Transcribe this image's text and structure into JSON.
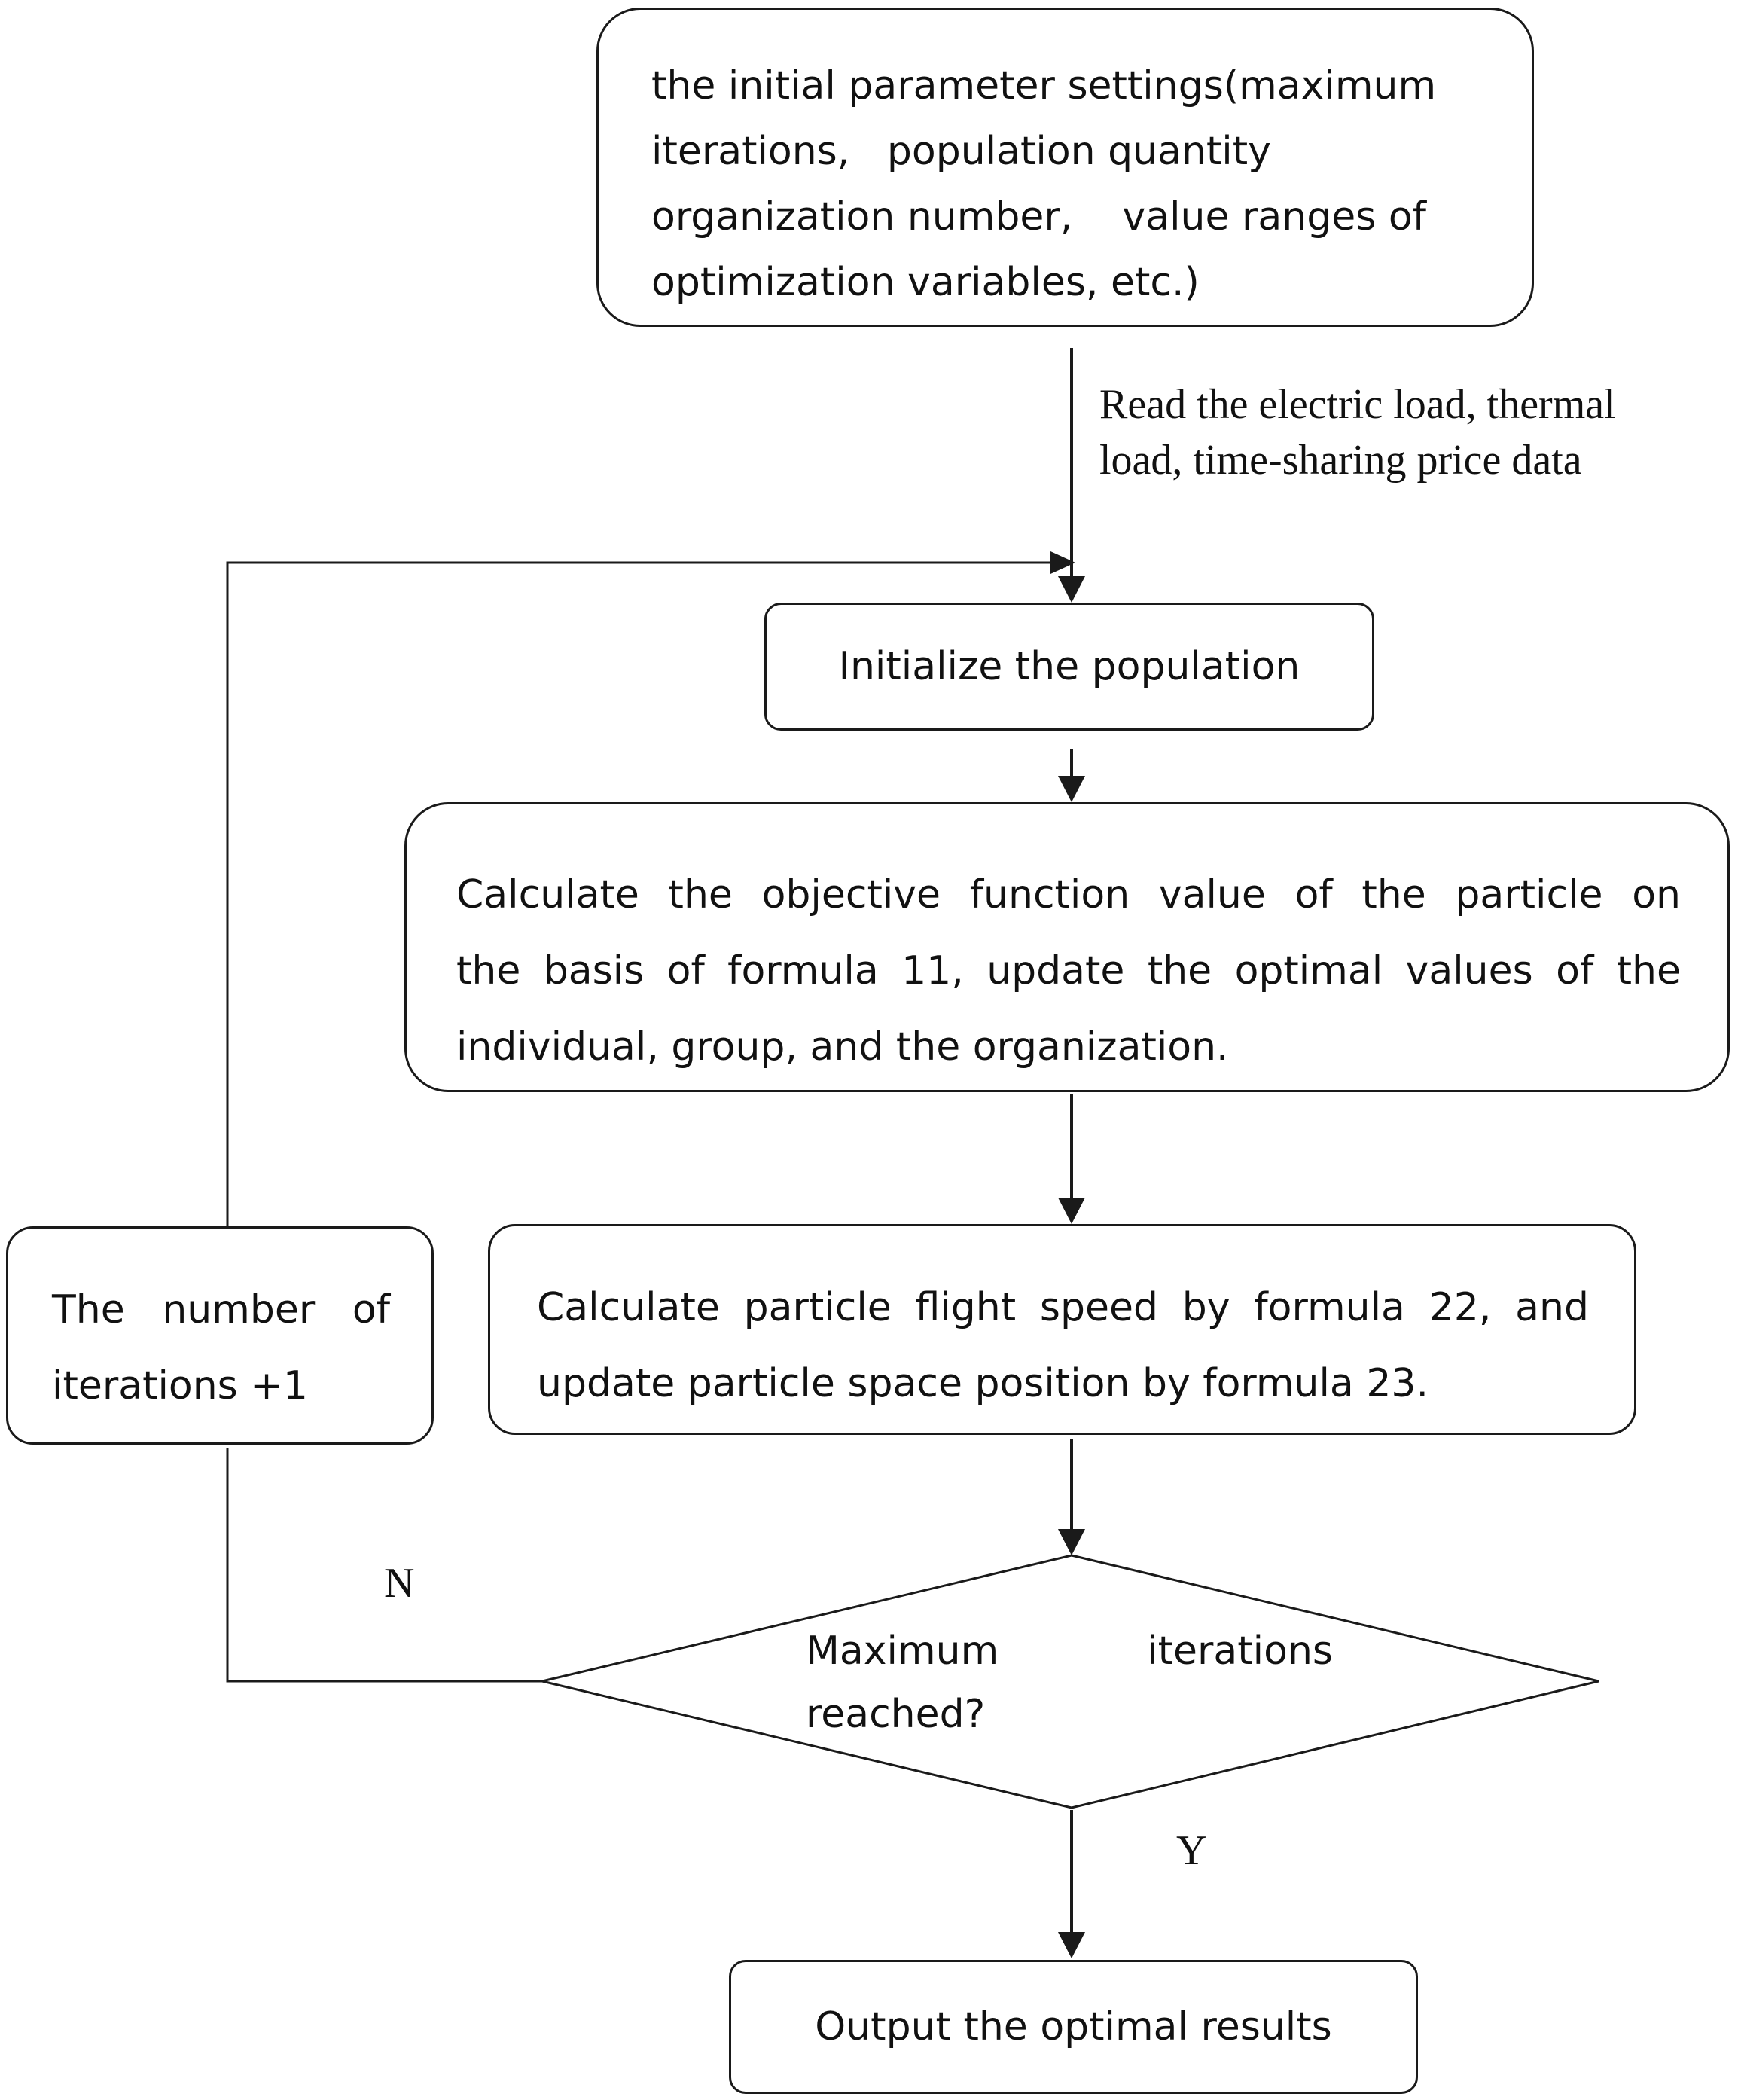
{
  "nodes": {
    "init_params": {
      "lines": [
        "the initial parameter settings(maximum",
        "iterations,   population quantity",
        "organization number,    value ranges of",
        "optimization variables, etc.)"
      ]
    },
    "read_data": {
      "lines": [
        "Read the electric load, thermal",
        "load, time-sharing price data"
      ]
    },
    "init_population": {
      "label": "Initialize the population"
    },
    "calc_objective": {
      "lines": [
        "Calculate the objective function value of the particle on",
        "the basis of formula 11, update the optimal values of the",
        "individual, group, and the organization."
      ]
    },
    "calc_speed": {
      "lines": [
        "Calculate particle flight speed by formula 22, and",
        "update particle space position by formula 23."
      ]
    },
    "iterations_plus_one": {
      "lines": [
        "The number of",
        "iterations +1"
      ]
    },
    "decision": {
      "line1_left": "Maximum",
      "line1_right": "iterations",
      "line2": "reached?"
    },
    "output": {
      "label": "Output the optimal results"
    }
  },
  "edge_labels": {
    "no": "N",
    "yes": "Y"
  },
  "colors": {
    "stroke": "#1a1a1a",
    "background": "#ffffff",
    "text": "#111111"
  }
}
